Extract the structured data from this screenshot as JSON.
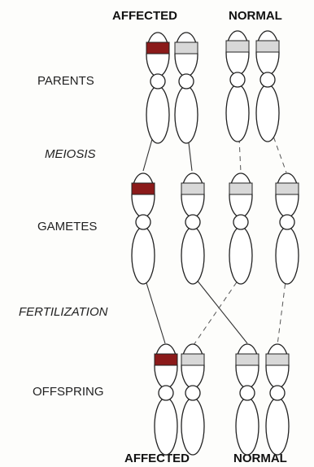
{
  "headers": {
    "top_affected": "AFFECTED",
    "top_normal": "NORMAL",
    "bottom_affected": "AFFECTED",
    "bottom_normal": "NORMAL"
  },
  "rows": {
    "parents": "PARENTS",
    "meiosis": "MEIOSIS",
    "gametes": "GAMETES",
    "fertilization": "FERTILIZATION",
    "offspring": "OFFSPRING"
  },
  "colors": {
    "affected_band": "#8b1a1a",
    "normal_band": "#d8d8d8",
    "outline": "#222222"
  }
}
